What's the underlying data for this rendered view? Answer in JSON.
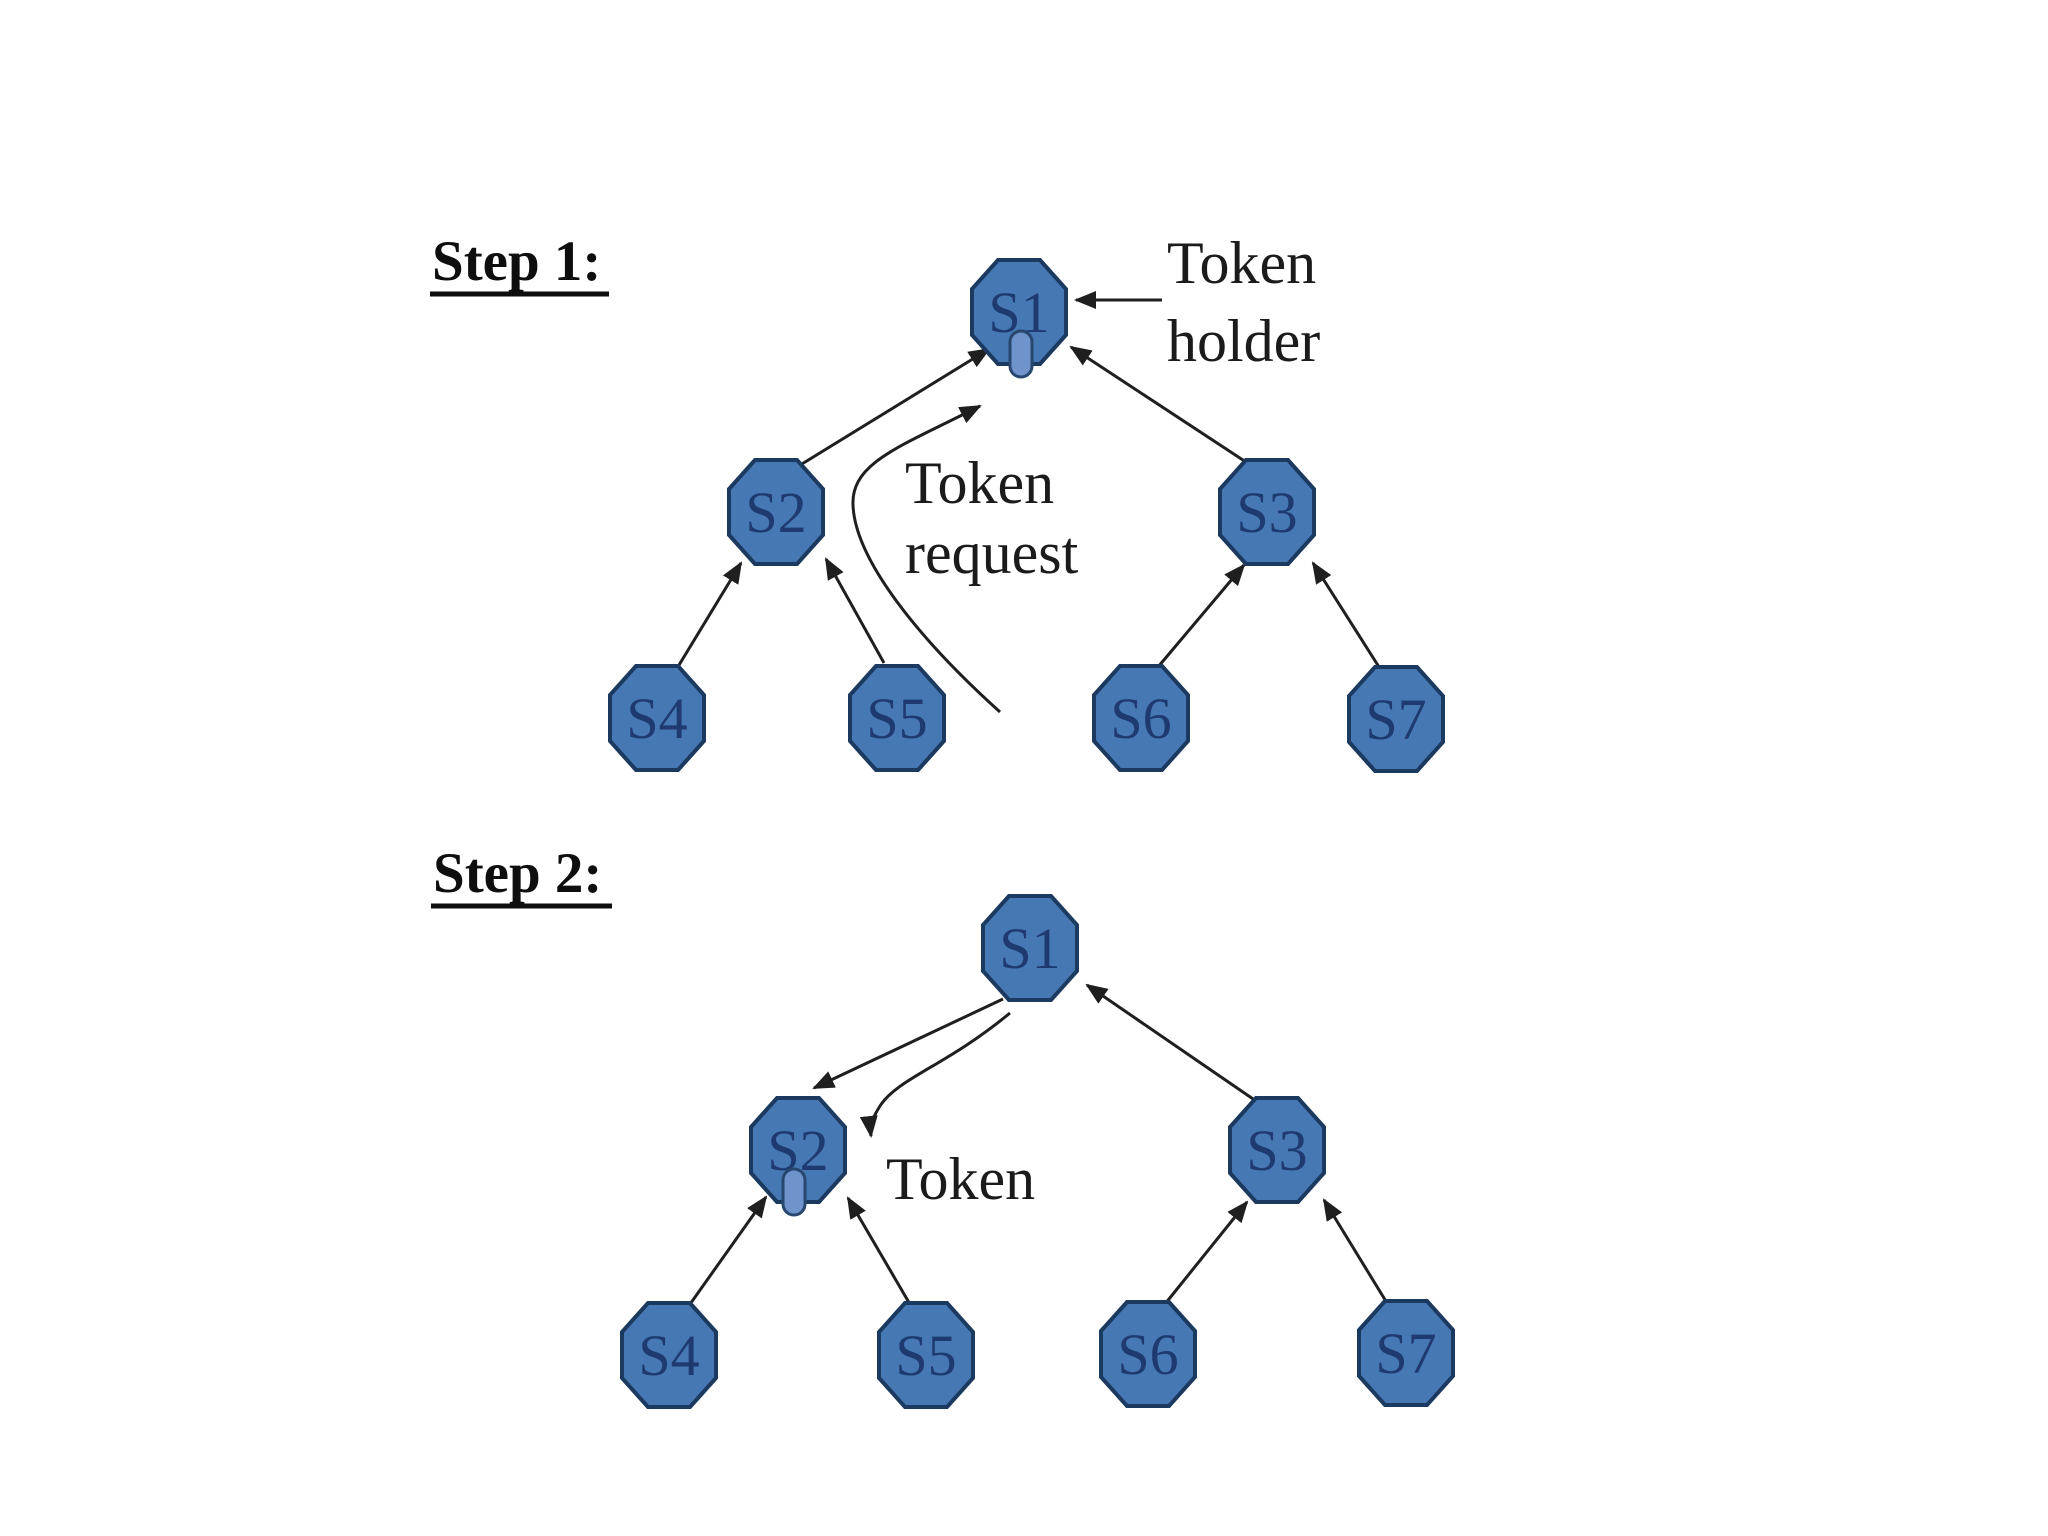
{
  "diagram_type": "token-based tree (distributed mutual exclusion) - two steps",
  "colors": {
    "background": "#ffffff",
    "node_fill": "#4678b4",
    "node_border": "#1c3a5f",
    "node_text": "#1e3a70",
    "token_fill": "#6e94cb",
    "token_border": "#27476f",
    "arrow": "#1f1f1f",
    "label_text": "#1b1b1b"
  },
  "step1": {
    "title": "Step 1:",
    "nodes": {
      "s1": "S1",
      "s2": "S2",
      "s3": "S3",
      "s4": "S4",
      "s5": "S5",
      "s6": "S6",
      "s7": "S7"
    },
    "labels": {
      "token_holder": [
        "Token",
        "holder"
      ],
      "token_request": [
        "Token",
        "request"
      ]
    },
    "token_attached_to": "S1",
    "edges": [
      "S4→S2",
      "S5→S2",
      "S2→S1",
      "S6→S3",
      "S7→S3",
      "S3→S1"
    ],
    "annotation_arrows": [
      "Token holder → points at S1",
      "Token request: curved arrow from near S5 up to S1"
    ]
  },
  "step2": {
    "title": "Step 2:",
    "nodes": {
      "s1": "S1",
      "s2": "S2",
      "s3": "S3",
      "s4": "S4",
      "s5": "S5",
      "s6": "S6",
      "s7": "S7"
    },
    "labels": {
      "token": "Token"
    },
    "token_attached_to": "S2",
    "edges": [
      "S1→S2",
      "S4→S2",
      "S5→S2",
      "S6→S3",
      "S7→S3",
      "S3→S1"
    ],
    "annotation_arrows": [
      "Token: curved arrow from S1 down to S2"
    ]
  }
}
